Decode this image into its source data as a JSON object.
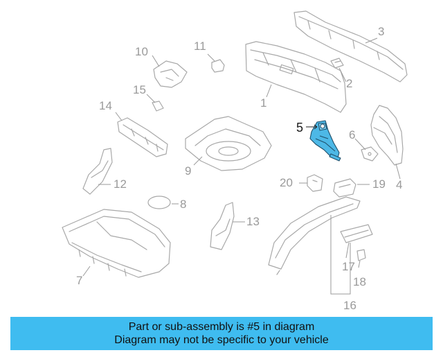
{
  "diagram": {
    "highlight_color": "#4db8e6",
    "line_color": "#a8a8a8",
    "callouts": {
      "c1": "1",
      "c2": "2",
      "c3": "3",
      "c4": "4",
      "c5": "5",
      "c6": "6",
      "c7": "7",
      "c8": "8",
      "c9": "9",
      "c10": "10",
      "c11": "11",
      "c12": "12",
      "c13": "13",
      "c14": "14",
      "c15": "15",
      "c16": "16",
      "c17": "17",
      "c18": "18",
      "c19": "19",
      "c20": "20"
    }
  },
  "caption": {
    "line1": "Part or sub-assembly is #5 in diagram",
    "line2": "Diagram may not be specific to your vehicle",
    "background": "#3fbcf0"
  }
}
